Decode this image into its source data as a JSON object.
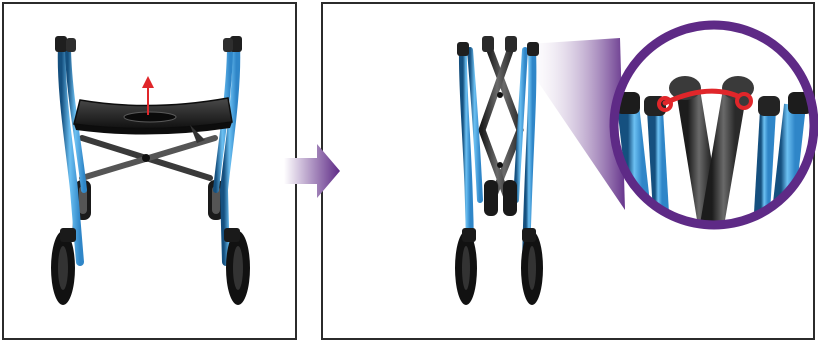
{
  "panels": [
    {
      "id": "step-1",
      "caption": "",
      "state": "unfolded rollator walker, seat strap pulled up"
    },
    {
      "id": "step-2",
      "caption": "",
      "state": "folded rollator walker with magnified latch detail"
    }
  ],
  "icons": {
    "pull_up_arrow": "arrow-up-icon",
    "next_step_arrow": "arrow-right-icon",
    "magnifier": "zoom-detail-icon"
  },
  "colors": {
    "frame_blue": "#2f86c8",
    "frame_blue_light": "#6cc0f2",
    "frame_blue_dark": "#15507f",
    "accent_purple": "#5e2a86",
    "latch_red": "#e0262a",
    "pull_arrow_red": "#e0262a",
    "seat_black": "#222222",
    "border": "#2b2b2b"
  }
}
